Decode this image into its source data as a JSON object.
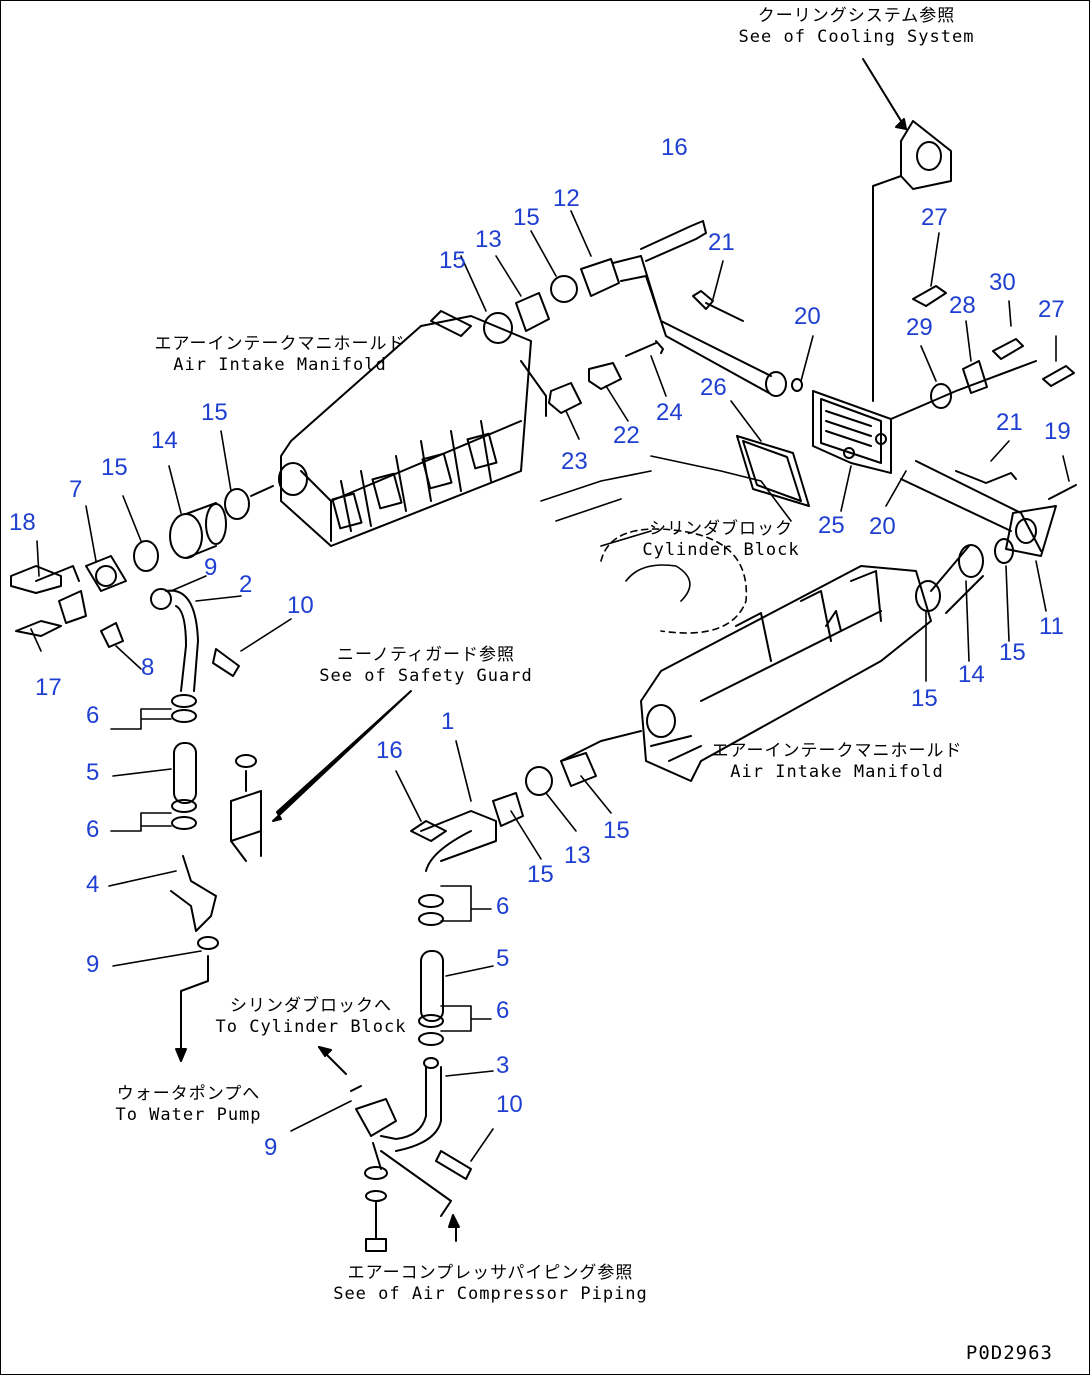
{
  "notes": {
    "cooling_jp": "クーリングシステム参照",
    "cooling_en": "See of Cooling System",
    "intake_upper_jp": "エアーインテークマニホールド",
    "intake_upper_en": "Air Intake Manifold",
    "block_jp": "シリンダブロック",
    "block_en": "Cylinder Block",
    "safety_jp": "ニーノティガード参照",
    "safety_en": "See of Safety Guard",
    "intake_lower_jp": "エアーインテークマニホールド",
    "intake_lower_en": "Air Intake Manifold",
    "to_block_jp": "シリンダブロックへ",
    "to_block_en": "To Cylinder Block",
    "water_jp": "ウォータポンプへ",
    "water_en": "To Water Pump",
    "compressor_jp": "エアーコンプレッサパイピング参照",
    "compressor_en": "See of Air Compressor Piping"
  },
  "callouts": [
    "16",
    "12",
    "15",
    "13",
    "15",
    "21",
    "27",
    "30",
    "28",
    "27",
    "29",
    "20",
    "24",
    "22",
    "23",
    "26",
    "25",
    "20",
    "21",
    "19",
    "11",
    "15",
    "14",
    "15",
    "18",
    "7",
    "15",
    "14",
    "15",
    "9",
    "2",
    "10",
    "8",
    "17",
    "6",
    "5",
    "6",
    "4",
    "9",
    "16",
    "1",
    "15",
    "13",
    "15",
    "6",
    "5",
    "6",
    "3",
    "10",
    "9"
  ],
  "drawing_code": "P0D2963"
}
